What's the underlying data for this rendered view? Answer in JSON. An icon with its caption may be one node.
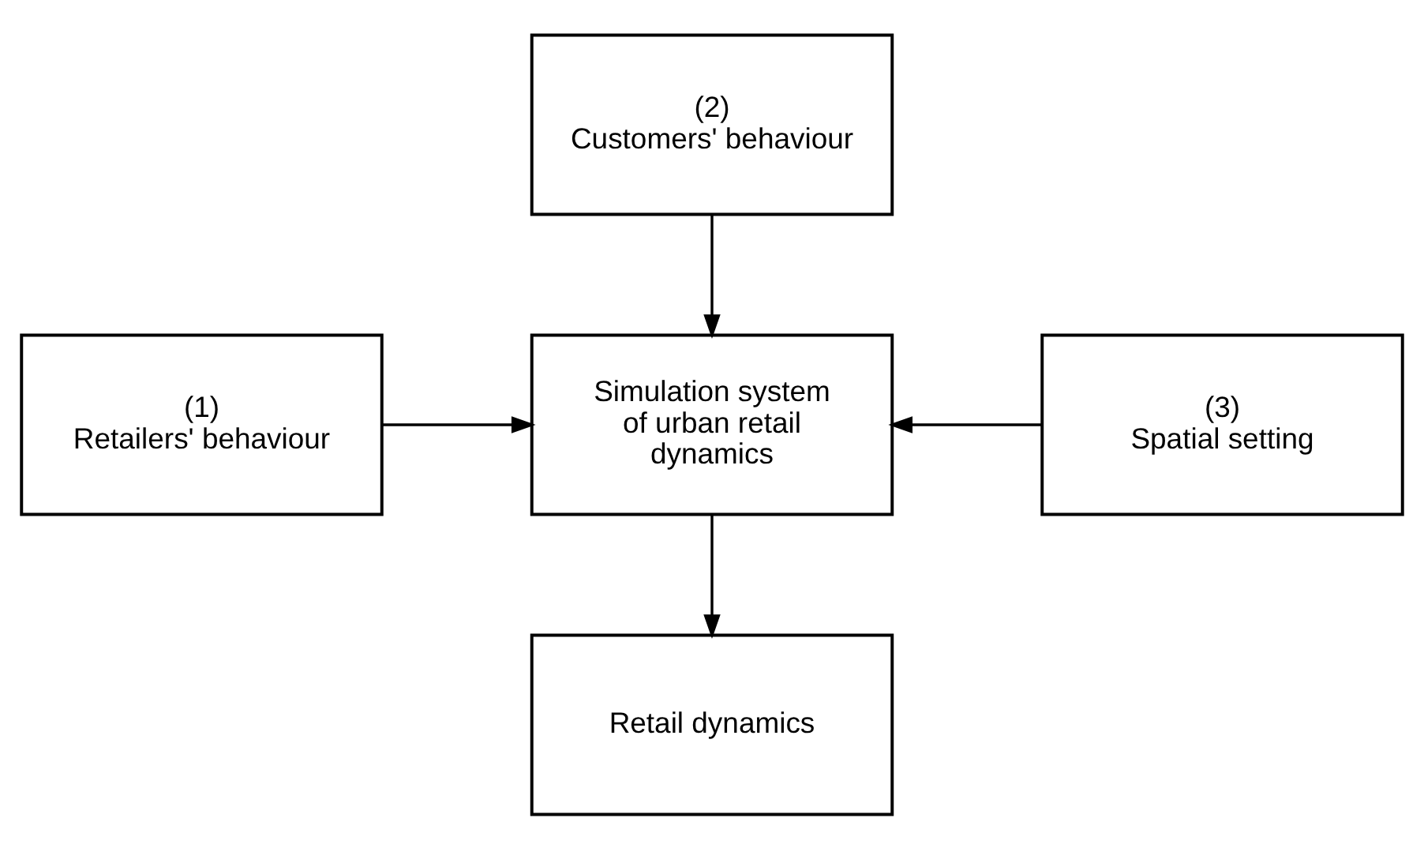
{
  "diagram": {
    "nodes": [
      {
        "text": [
          "(2)",
          "Customers' behaviour"
        ]
      },
      {
        "text": [
          "(1)",
          "Retailers' behaviour"
        ]
      },
      {
        "text": [
          "Simulation system of urban retail dynamics"
        ]
      },
      {
        "text": [
          "(3)",
          "Spatial setting"
        ]
      },
      {
        "text": [
          "Retail dynamics"
        ]
      }
    ],
    "edges": [
      {
        "from": 0,
        "to": 2,
        "arrow": "to"
      },
      {
        "from": 1,
        "to": 2,
        "arrow": "to"
      },
      {
        "from": 3,
        "to": 2,
        "arrow": "to"
      },
      {
        "from": 2,
        "to": 4,
        "arrow": "to"
      }
    ]
  }
}
